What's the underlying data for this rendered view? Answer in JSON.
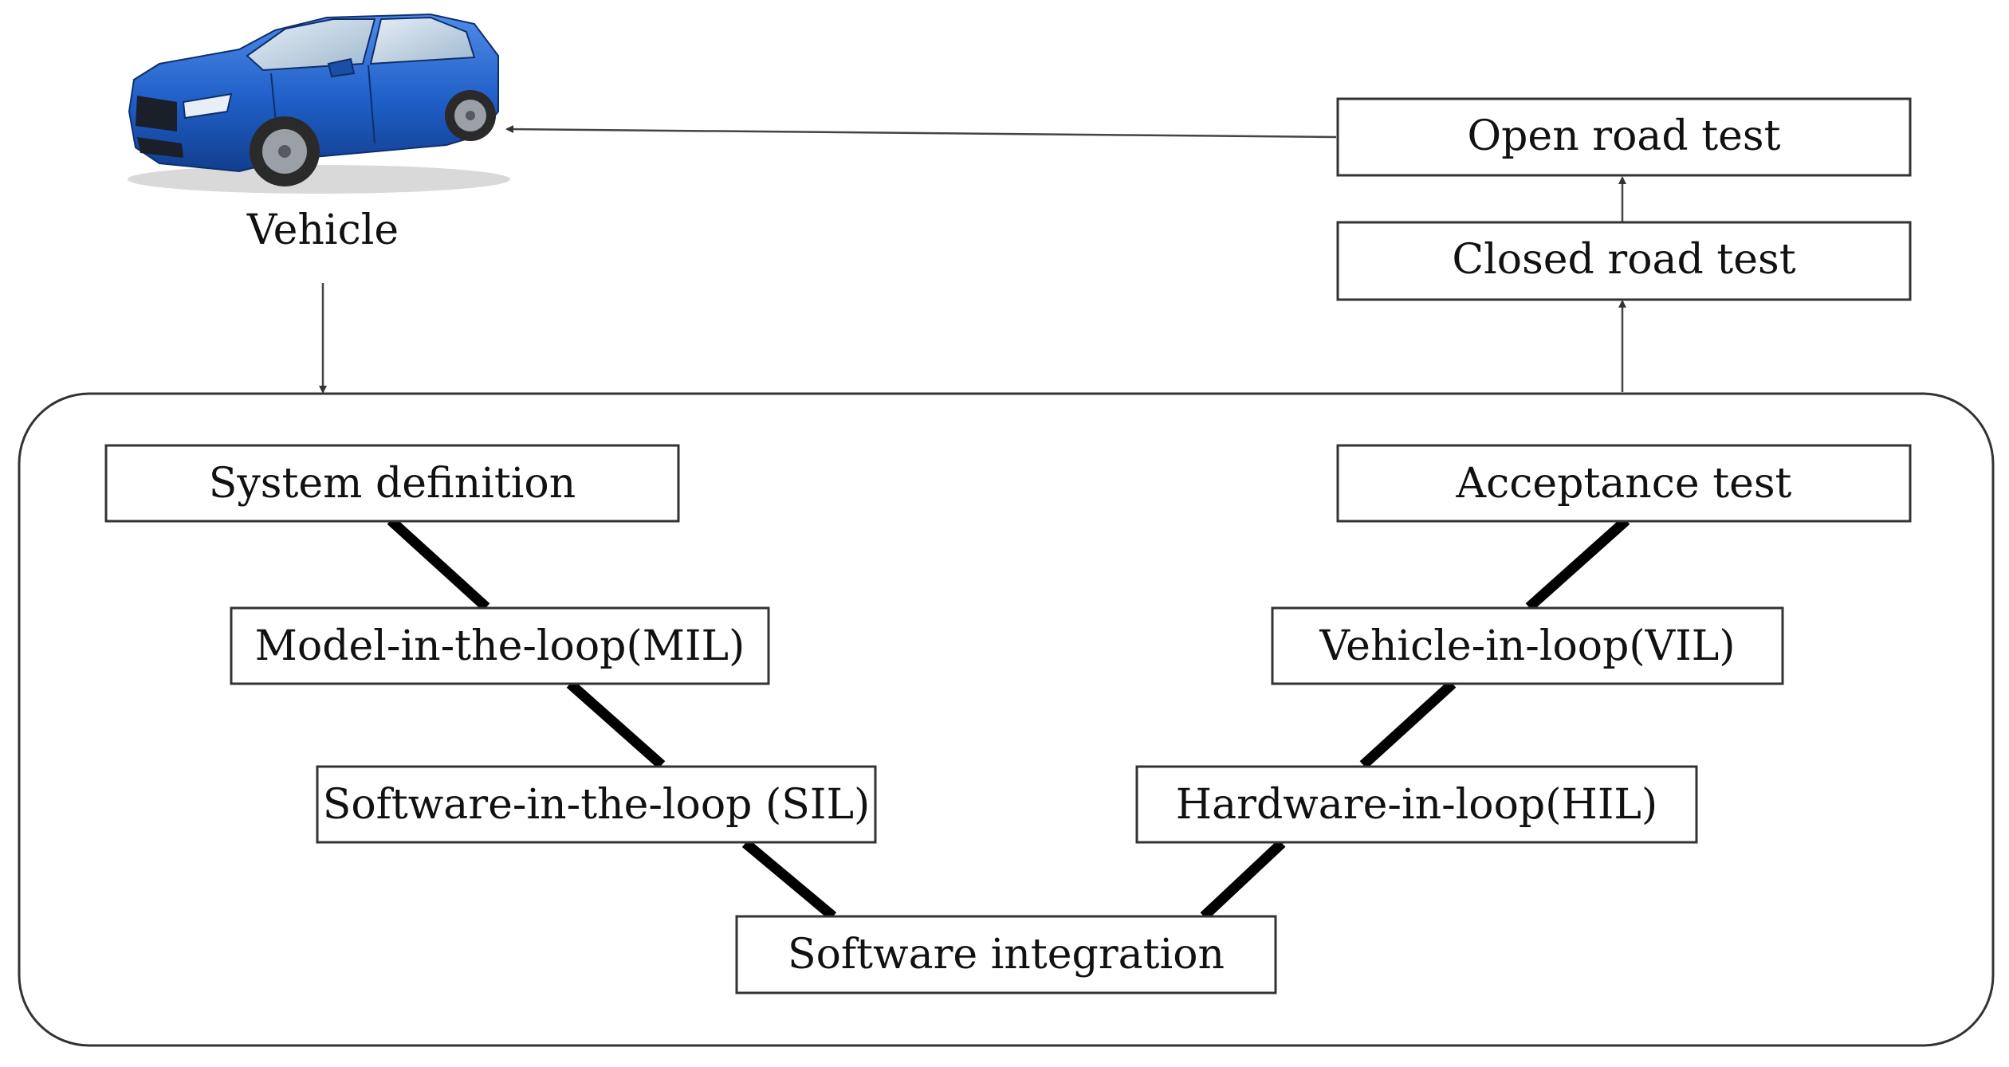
{
  "vehicle": {
    "label": "Vehicle",
    "colors": {
      "body": "#1f5fc7",
      "body_dark": "#123e8f",
      "body_light": "#4f8be8",
      "window": "#bcd2e6",
      "tire": "#2a2a2a",
      "rim": "#9aa0a6"
    }
  },
  "road_tests": {
    "open": "Open road test",
    "closed": "Closed road test"
  },
  "v_model": {
    "left": [
      "System definition",
      "Model-in-the-loop(MIL)",
      "Software-in-the-loop (SIL)"
    ],
    "bottom": "Software integration",
    "right": [
      "Hardware-in-loop(HIL)",
      "Vehicle-in-loop(VIL)",
      "Acceptance test"
    ]
  }
}
